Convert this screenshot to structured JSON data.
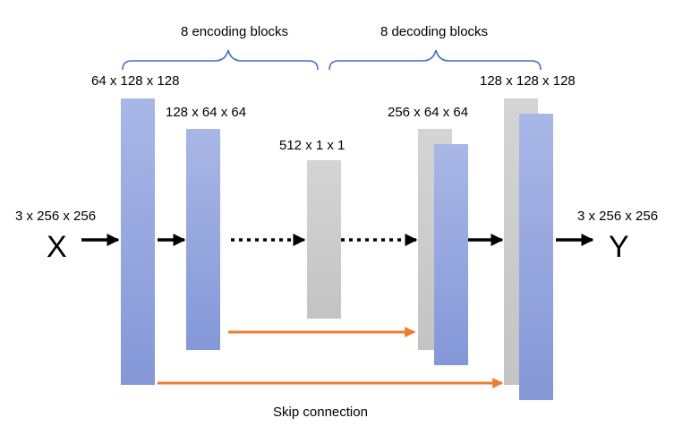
{
  "colors": {
    "encoder_block": "#8fa0dc",
    "bottleneck_block": "#c9c9c9",
    "skip_arrow": "#ed7d31",
    "brace": "#4472c4",
    "arrow": "#000000"
  },
  "labels": {
    "encoding_blocks": "8 encoding blocks",
    "decoding_blocks": "8 decoding blocks",
    "input_dim": "3 x 256 x 256",
    "output_dim": "3 x 256 x 256",
    "input_symbol": "X",
    "output_symbol": "Y",
    "enc1_dim": "64 x 128 x 128",
    "enc2_dim": "128 x 64 x 64",
    "bottleneck_dim": "512 x 1 x 1",
    "dec1_dim": "256 x 64 x 64",
    "dec2_dim": "128 x 128 x 128",
    "skip_connection": "Skip connection"
  }
}
